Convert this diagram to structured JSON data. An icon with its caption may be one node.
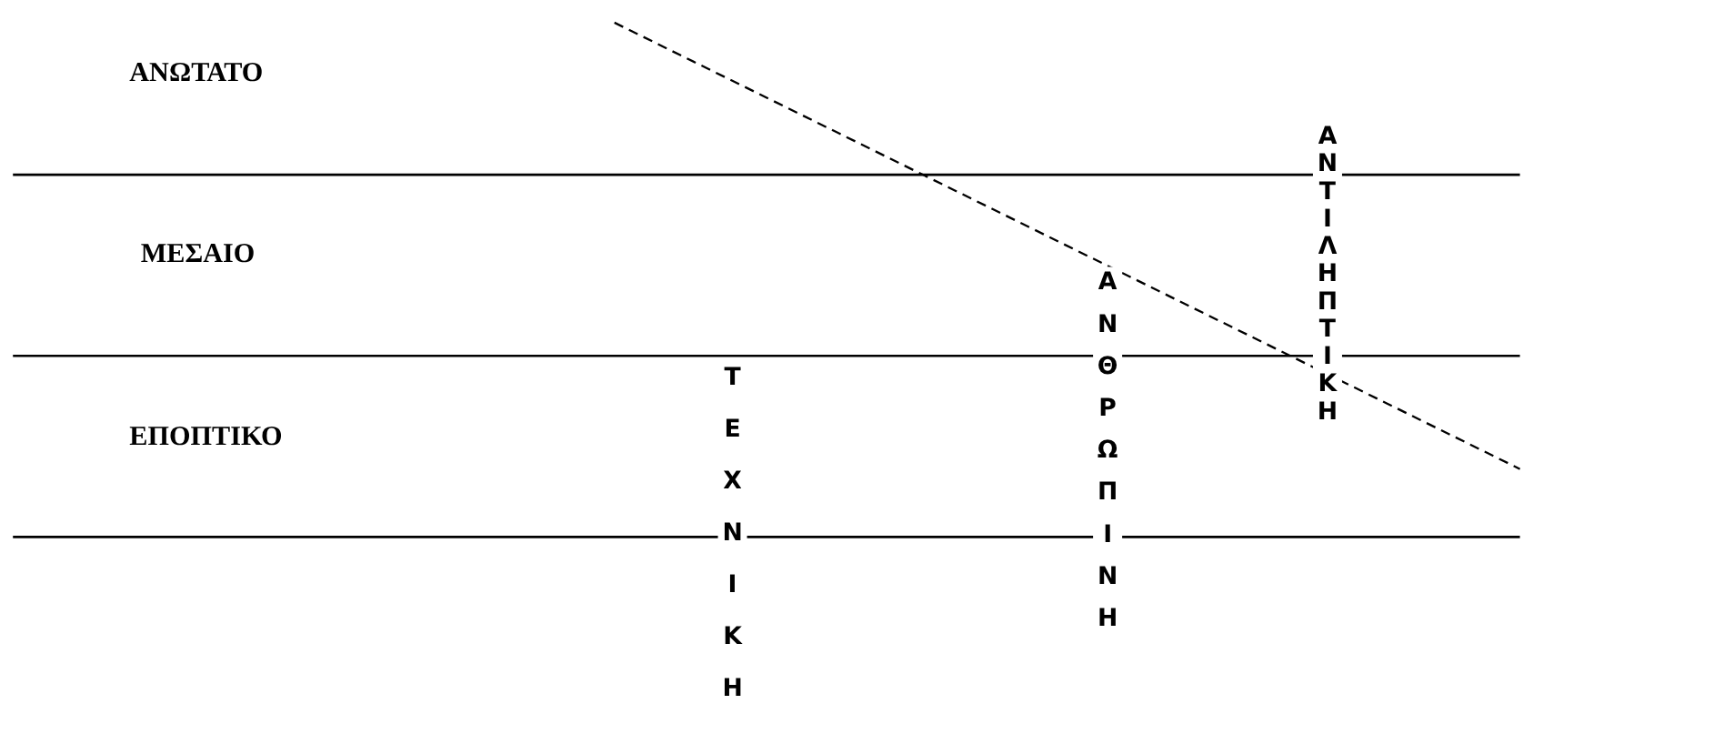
{
  "diagram": {
    "labels": [
      "ΑΝΩΤΑΤΟ",
      "ΜΕΣΑΙΟ",
      "ΕΠΟΠΤΙΚΟ",
      "ΤΕΧΝΙΚΗ",
      "ΑΝΘΡΩΠΙΝΗ",
      "ΑΝΤΙΛΗΠΤΙΚΗ"
    ]
  }
}
